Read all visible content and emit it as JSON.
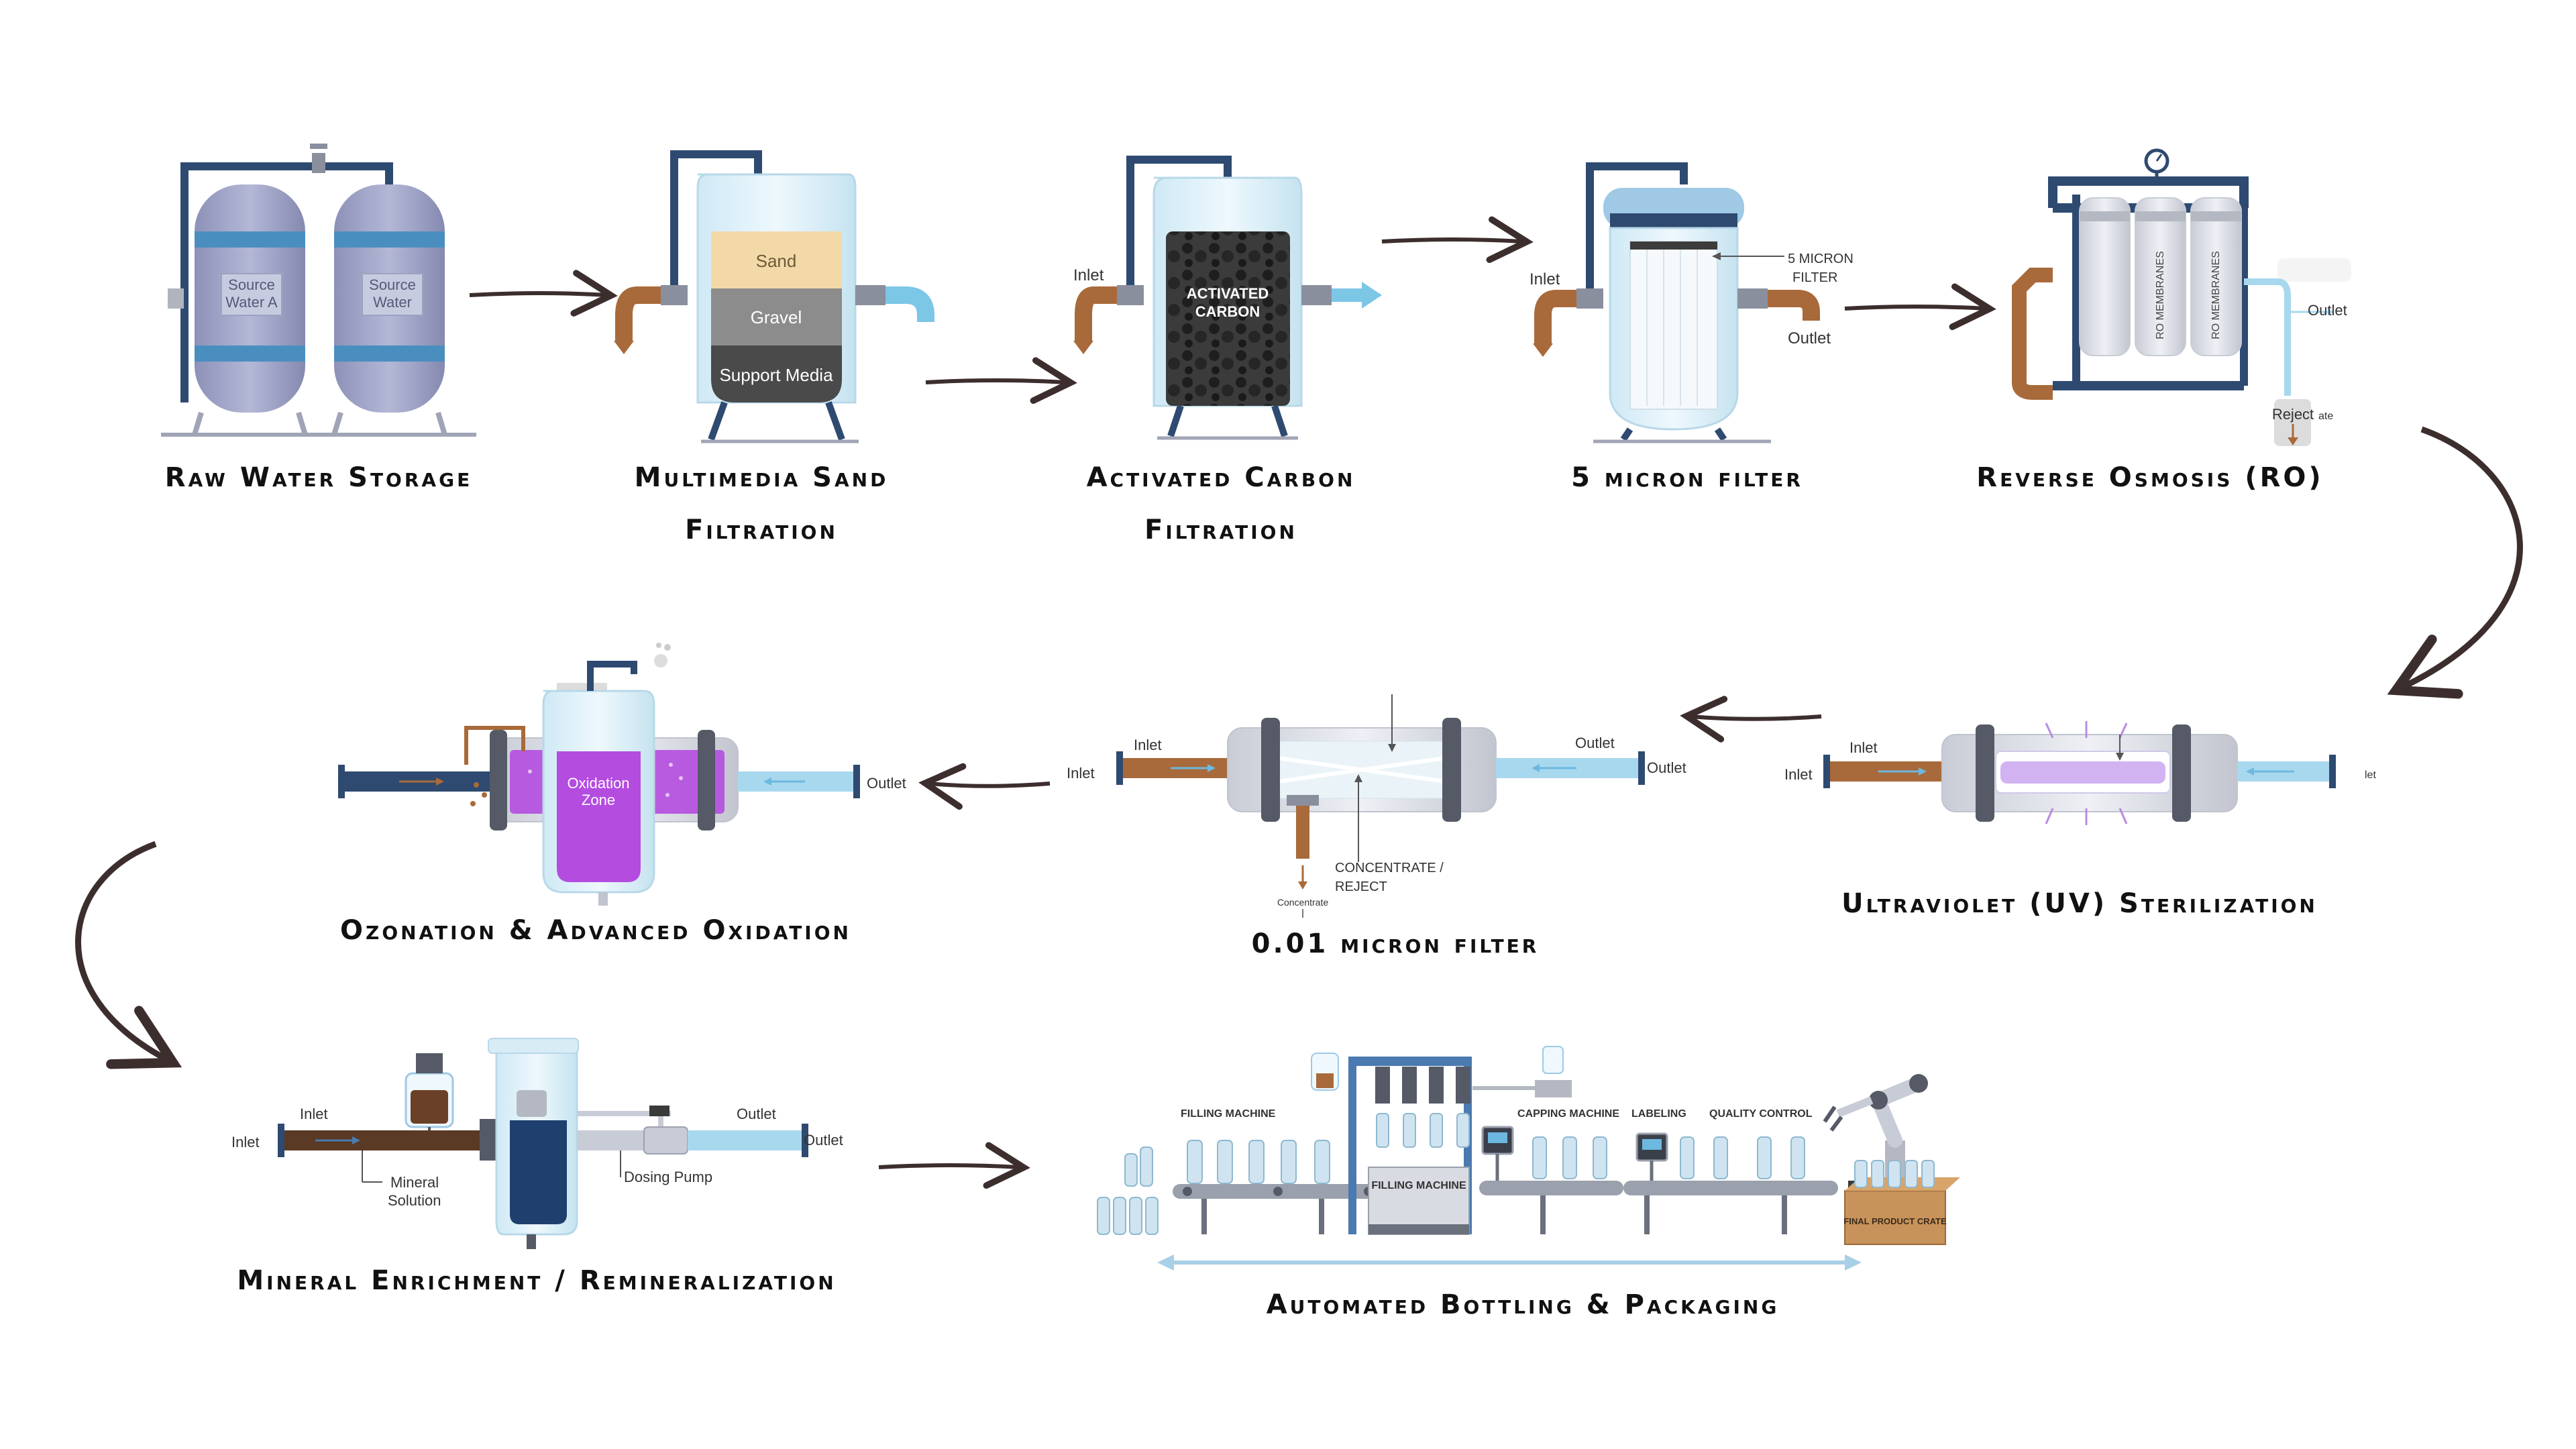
{
  "stages": {
    "raw_water": {
      "title": "Raw Water Storage",
      "tank_a": [
        "Source",
        "Water A"
      ],
      "tank_b": [
        "Source",
        "Water"
      ]
    },
    "sand": {
      "title_line1": "Multimedia Sand",
      "title_line2": "Filtration",
      "layer_sand": "Sand",
      "layer_gravel": "Gravel",
      "layer_support": "Support Media"
    },
    "carbon": {
      "title_line1": "Activated Carbon",
      "title_line2": "Filtration",
      "inlet": "Inlet",
      "media": [
        "ACTIVATED",
        "CARBON"
      ]
    },
    "micron5": {
      "title": "5 micron filter",
      "inlet": "Inlet",
      "outlet": "Outlet",
      "callout": [
        "5 MICRON",
        "FILTER"
      ]
    },
    "ro": {
      "title": "Reverse Osmosis (RO)",
      "membrane1": "RO MEMBRANES",
      "membrane2": "RO MEMBRANES",
      "outlet": "Outlet",
      "reject": "Reject",
      "cutoff": "ate"
    },
    "uv": {
      "title": "Ultraviolet (UV) Sterilization",
      "inlet_outer": "Inlet",
      "inlet_inner": "Inlet",
      "outlet_cut": "let"
    },
    "micron001": {
      "title": "0.01 micron filter",
      "inlet_outer": "Inlet",
      "inlet_inner": "Inlet",
      "outlet_dark": "Outlet",
      "outlet_blue": "Outlet",
      "concentrate_reject": [
        "CONCENTRATE /",
        "REJECT"
      ],
      "concentrate": "Concentrate"
    },
    "ozone": {
      "title": "Ozonation & Advanced Oxidation",
      "zone": [
        "Oxidation",
        "Zone"
      ],
      "outlet": "Outlet"
    },
    "mineral": {
      "title": "Mineral Enrichment / Remineralization",
      "inlet_outer": "Inlet",
      "inlet_inner": "Inlet",
      "outlet_dark": "Outlet",
      "outlet_blue": "Outlet",
      "solution": [
        "Mineral",
        "Solution"
      ],
      "pump": "Dosing Pump"
    },
    "bottling": {
      "title": "Automated Bottling & Packaging",
      "filling": "FILLING MACHINE",
      "filling_body": "FILLING MACHINE",
      "capping": "CAPPING MACHINE",
      "labeling": "LABELING",
      "qc": "QUALITY CONTROL",
      "crate": "FINAL PRODUCT CRATE"
    }
  },
  "colors": {
    "pipe": "#2e4a70",
    "copper": "#a86a3a",
    "water": "#7cc6e6",
    "tank": "#9fa3c6",
    "uv": "#b98be0",
    "ozone": "#b44ce0",
    "arrow": "#3d2e2e"
  }
}
